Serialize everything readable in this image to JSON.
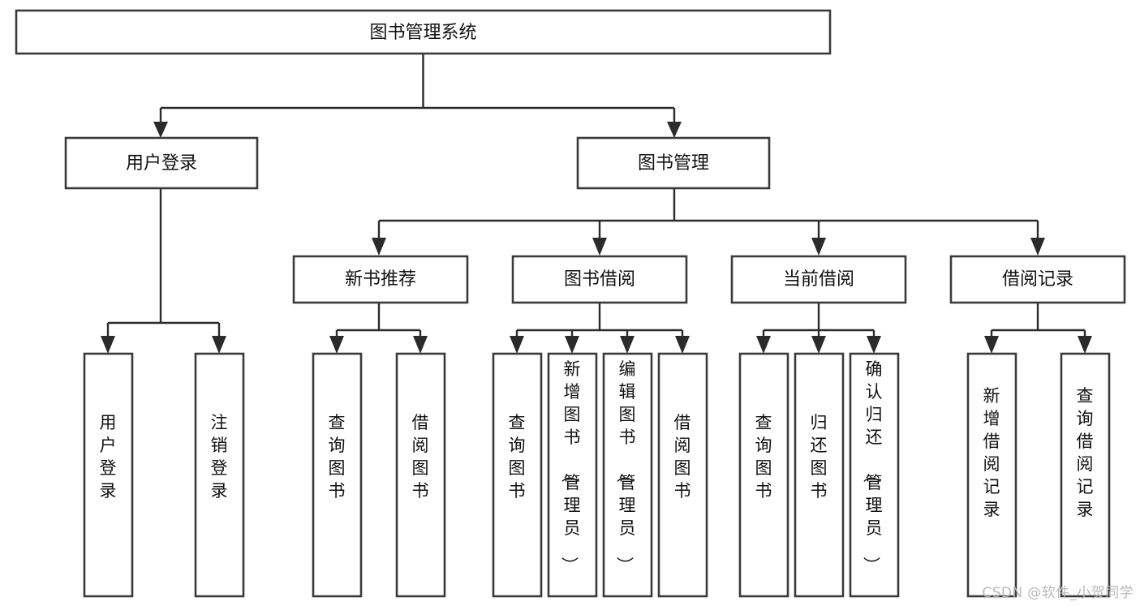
{
  "diagram": {
    "title": "图书管理系统",
    "type": "tree-hierarchy-chart",
    "root": {
      "id": "root",
      "label": "图书管理系统"
    },
    "level2": [
      {
        "id": "user-login",
        "label": "用户登录"
      },
      {
        "id": "book-manage",
        "label": "图书管理"
      }
    ],
    "level3": [
      {
        "id": "new-book-rec",
        "label": "新书推荐"
      },
      {
        "id": "book-borrow",
        "label": "图书借阅"
      },
      {
        "id": "current-borrow",
        "label": "当前借阅"
      },
      {
        "id": "borrow-record",
        "label": "借阅记录"
      }
    ],
    "leaves": {
      "user-login": [
        {
          "id": "leaf-user-login",
          "label": "用户登录"
        },
        {
          "id": "leaf-logout-login",
          "label": "注销登录"
        }
      ],
      "new-book-rec": [
        {
          "id": "leaf-query-book-1",
          "label": "查询图书"
        },
        {
          "id": "leaf-borrow-book-1",
          "label": "借阅图书"
        }
      ],
      "book-borrow": [
        {
          "id": "leaf-query-book-2",
          "label": "查询图书"
        },
        {
          "id": "leaf-add-book",
          "label": "新增图书（管理员）"
        },
        {
          "id": "leaf-edit-book",
          "label": "编辑图书（管理员）"
        },
        {
          "id": "leaf-borrow-book-2",
          "label": "借阅图书"
        }
      ],
      "current-borrow": [
        {
          "id": "leaf-query-book-3",
          "label": "查询图书"
        },
        {
          "id": "leaf-return-book",
          "label": "归还图书"
        },
        {
          "id": "leaf-confirm-return",
          "label": "确认归还（管理员）"
        }
      ],
      "borrow-record": [
        {
          "id": "leaf-add-record",
          "label": "新增借阅记录"
        },
        {
          "id": "leaf-query-record",
          "label": "查询借阅记录"
        }
      ]
    },
    "colors": {
      "box_stroke": "#3a3a3a",
      "connector": "#2b2b2b",
      "background": "#ffffff",
      "text": "#111111",
      "watermark": "#b9b9b9"
    }
  },
  "watermark": {
    "text": "CSDN @软件_小贺同学"
  }
}
